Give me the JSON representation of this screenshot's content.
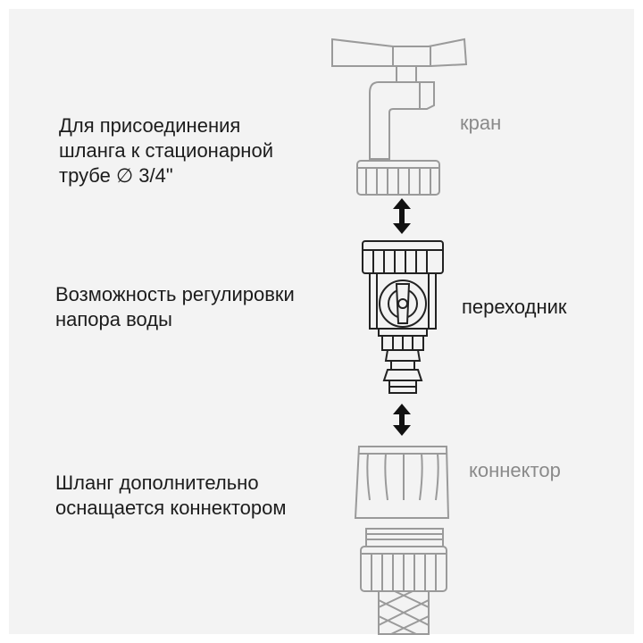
{
  "captions": {
    "faucet": "Для присоединения\nшланга к стационарной\nтрубе ∅ 3/4\"",
    "regulation": "Возможность регулировки\nнапора воды",
    "hose": "Шланг дополнительно\nоснащается коннектором"
  },
  "labels": {
    "faucet": "кран",
    "adapter": "переходник",
    "connector": "коннектор"
  },
  "colors": {
    "background": "#f3f3f3",
    "caption_text": "#1c1c1c",
    "muted_label": "#8a8a8a",
    "adapter_label": "#1c1c1c",
    "arrow": "#111111",
    "outline_muted": "#9a9a9a",
    "outline_dark": "#222222"
  },
  "icons": [
    "faucet-illustration",
    "adapter-illustration",
    "connector-illustration",
    "hose-illustration",
    "double-arrow-icon"
  ]
}
